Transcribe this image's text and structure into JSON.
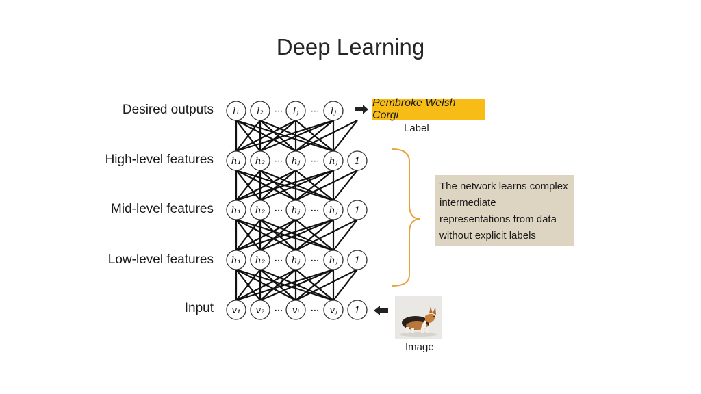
{
  "title": "Deep Learning",
  "rows": [
    {
      "label": "Desired outputs",
      "nodes": [
        "l₁",
        "l₂",
        "···",
        "lⱼ",
        "···",
        "lⱼ"
      ]
    },
    {
      "label": "High-level features",
      "nodes": [
        "h₁",
        "h₂",
        "···",
        "hⱼ",
        "···",
        "hⱼ",
        "1"
      ]
    },
    {
      "label": "Mid-level features",
      "nodes": [
        "h₁",
        "h₂",
        "···",
        "hⱼ",
        "···",
        "hⱼ",
        "1"
      ]
    },
    {
      "label": "Low-level features",
      "nodes": [
        "h₁",
        "h₂",
        "···",
        "hⱼ",
        "···",
        "hⱼ",
        "1"
      ]
    },
    {
      "label": "Input",
      "nodes": [
        "v₁",
        "v₂",
        "···",
        "vᵢ",
        "···",
        "vⱼ",
        "1"
      ]
    }
  ],
  "output_label": "Pembroke Welsh Corgi",
  "label_caption": "Label",
  "note": "The network learns complex intermediate representations from data without explicit labels",
  "image_caption": "Image",
  "colors": {
    "label_box": "#f7bd16",
    "note_box": "#ddd4c1",
    "brace": "#e8a33d"
  }
}
